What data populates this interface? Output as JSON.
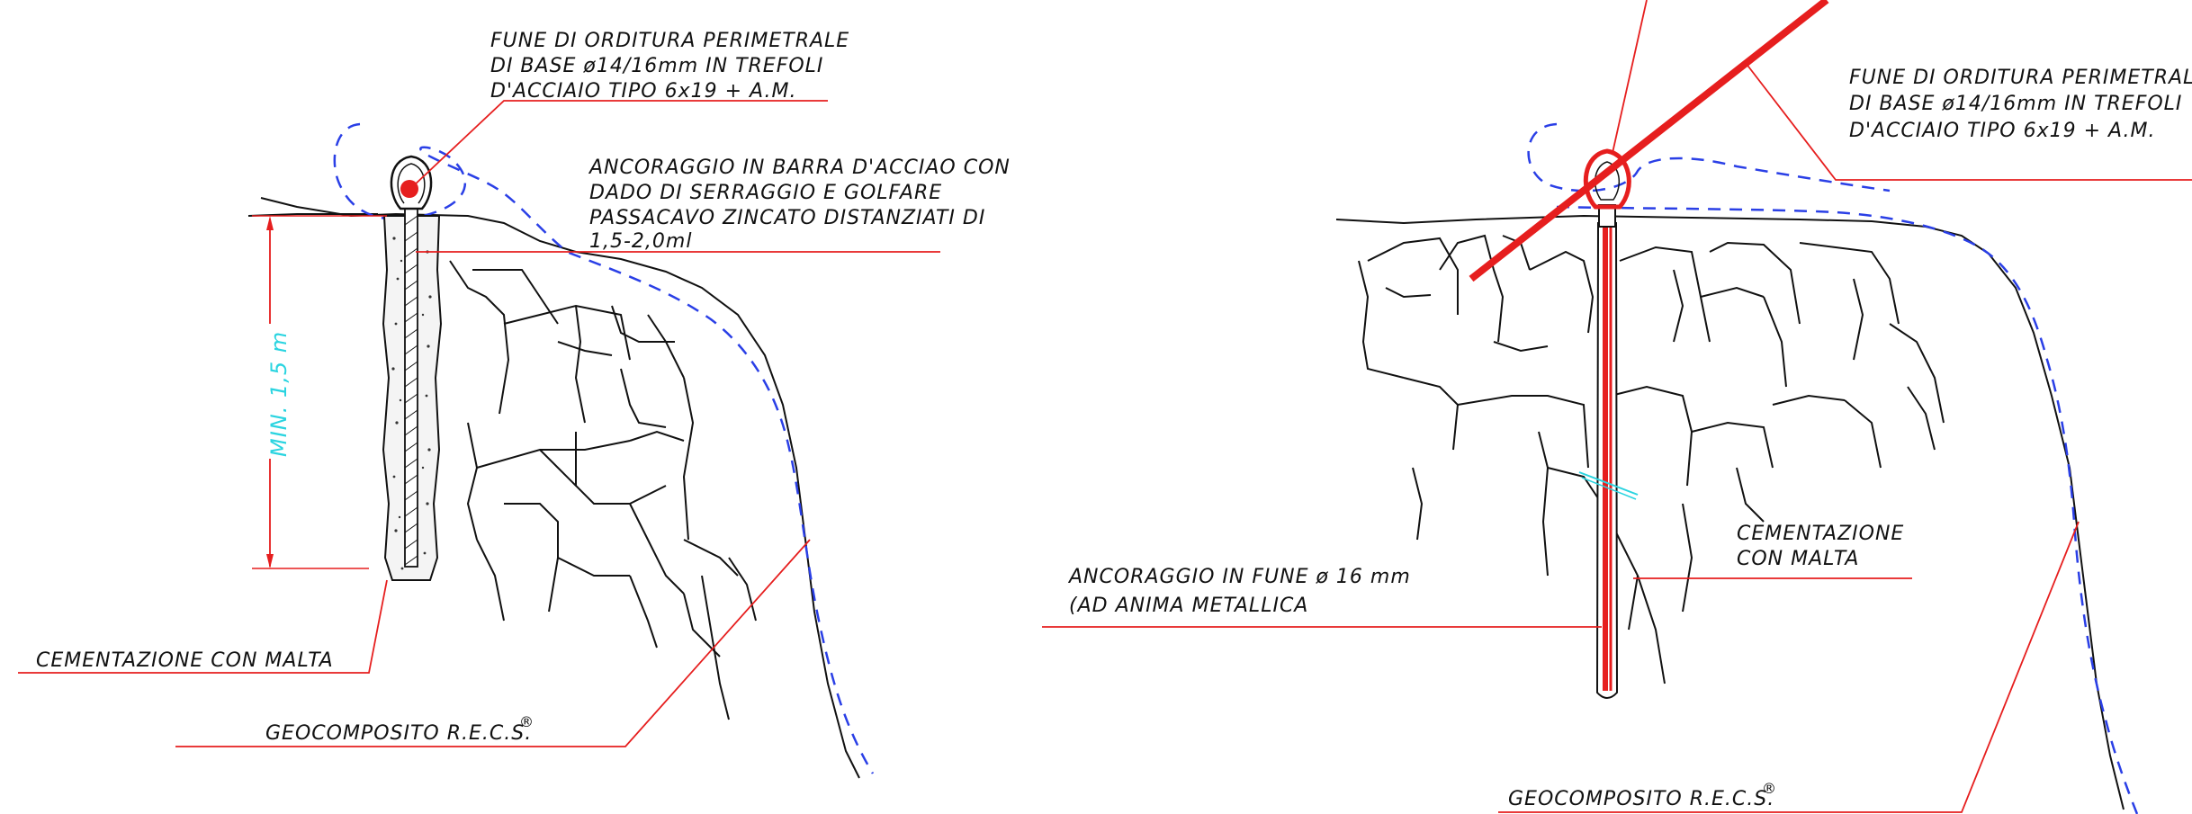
{
  "left_detail": {
    "rope_label": [
      "FUNE DI ORDITURA PERIMETRALE",
      "DI BASE ø14/16mm IN TREFOLI",
      "D'ACCIAIO TIPO 6x19 + A.M."
    ],
    "anchor_label": [
      "ANCORAGGIO IN BARRA D'ACCIAO CON",
      "DADO DI SERRAGGIO E GOLFARE",
      "PASSACAVO ZINCATO DISTANZIATI DI",
      "1,5-2,0ml"
    ],
    "dimension": "MIN. 1,5 m",
    "grout_label": "CEMENTAZIONE CON MALTA",
    "geocomposite_label": "GEOCOMPOSITO R.E.C.S.",
    "registered_mark": "®"
  },
  "right_detail": {
    "rope_label": [
      "FUNE DI ORDITURA PERIMETRALE",
      "DI BASE ø14/16mm IN TREFOLI",
      "D'ACCIAIO TIPO 6x19 + A.M."
    ],
    "grout_label": [
      "CEMENTAZIONE",
      "CON MALTA"
    ],
    "anchor_label": [
      "ANCORAGGIO IN FUNE ø 16 mm",
      "(AD ANIMA METALLICA"
    ],
    "geocomposite_label": "GEOCOMPOSITO R.E.C.S.",
    "registered_mark": "®"
  },
  "colors": {
    "rock_line": "#111111",
    "leader_line": "#e61e1e",
    "geocomposite_dash": "#2a3fe6",
    "dimension_text": "#2ad4e0"
  }
}
